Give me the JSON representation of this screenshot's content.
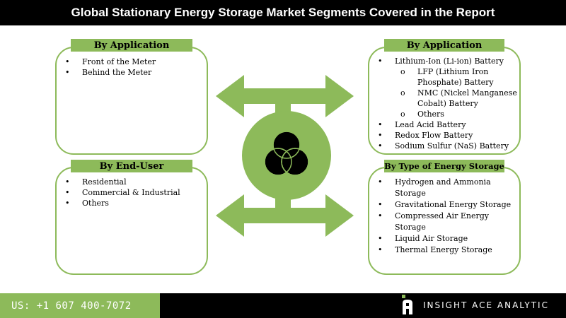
{
  "title": "Global Stationary Energy Storage Market Segments Covered in the Report",
  "colors": {
    "accent": "#8dba5a",
    "dark": "#000000",
    "border": "#8dba5a"
  },
  "panels": {
    "top_left": {
      "label": "By Application",
      "items": [
        "Front of the Meter",
        "Behind the Meter"
      ]
    },
    "bottom_left": {
      "label": "By End-User",
      "items": [
        "Residential",
        "Commercial & Industrial",
        "Others"
      ]
    },
    "top_right": {
      "label": "By Application",
      "items": [
        {
          "text": "Lithium-Ion (Li-ion) Battery",
          "level": 1
        },
        {
          "text": "LFP (Lithium Iron",
          "level": 2,
          "marker": true
        },
        {
          "text": "Phosphate) Battery",
          "level": 2,
          "marker": false
        },
        {
          "text": "NMC (Nickel Manganese",
          "level": 2,
          "marker": true
        },
        {
          "text": "Cobalt) Battery",
          "level": 2,
          "marker": false
        },
        {
          "text": "Others",
          "level": 2,
          "marker": true
        },
        {
          "text": "Lead Acid Battery",
          "level": 1
        },
        {
          "text": "Redox Flow Battery",
          "level": 1
        },
        {
          "text": "Sodium Sulfur (NaS) Battery",
          "level": 1
        }
      ]
    },
    "bottom_right": {
      "label": "By Type of Energy Storage",
      "items": [
        {
          "text": "Hydrogen and Ammonia",
          "marker": true
        },
        {
          "text": "Storage",
          "marker": false
        },
        {
          "text": "Gravitational Energy Storage",
          "marker": true
        },
        {
          "text": "Compressed Air Energy",
          "marker": true
        },
        {
          "text": "Storage",
          "marker": false
        },
        {
          "text": "Liquid Air Storage",
          "marker": true
        },
        {
          "text": "Thermal Energy Storage",
          "marker": true
        }
      ]
    }
  },
  "footer": {
    "phone": "US: +1 607 400-7072",
    "brand": "INSIGHT ACE ANALYTIC",
    "logo_letter": "A"
  },
  "icons": {
    "center": "venn-three-circles-icon",
    "arrows": "four-way-arrows-icon"
  }
}
